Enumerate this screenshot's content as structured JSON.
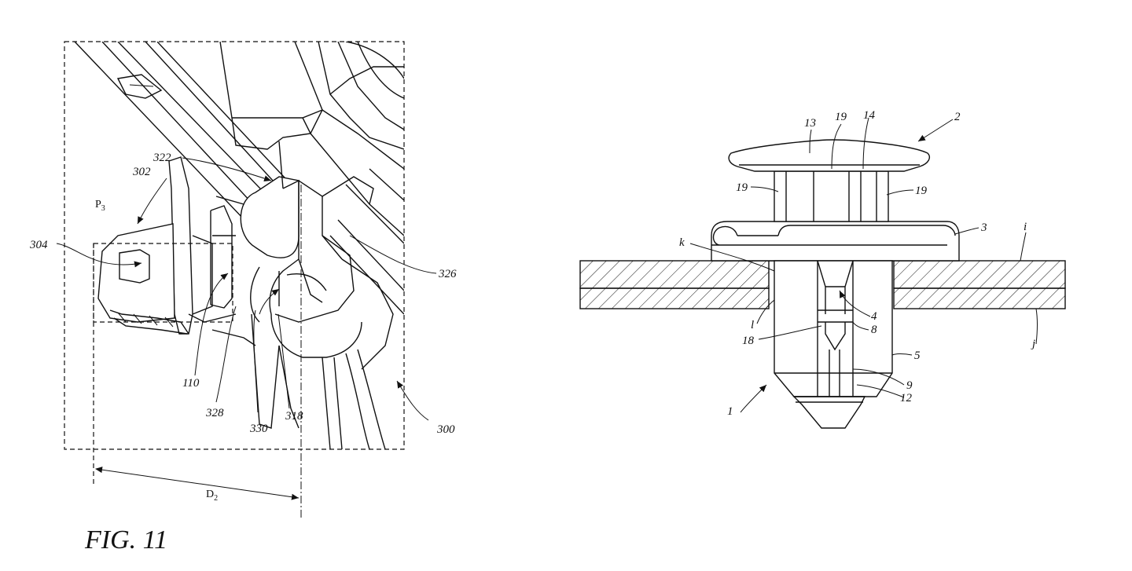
{
  "figure_caption": "FIG. 11",
  "left_figure": {
    "labels": [
      {
        "id": "302",
        "text": "302"
      },
      {
        "id": "322",
        "text": "322"
      },
      {
        "id": "304",
        "text": "304"
      },
      {
        "id": "326",
        "text": "326"
      },
      {
        "id": "110",
        "text": "110"
      },
      {
        "id": "328",
        "text": "328"
      },
      {
        "id": "330",
        "text": "330"
      },
      {
        "id": "318",
        "text": "318"
      },
      {
        "id": "300",
        "text": "300"
      }
    ],
    "p3_main": "P",
    "p3_sub": "3",
    "d2_main": "D",
    "d2_sub": "2"
  },
  "right_figure": {
    "labels": [
      {
        "id": "13",
        "text": "13"
      },
      {
        "id": "19a",
        "text": "19"
      },
      {
        "id": "14",
        "text": "14"
      },
      {
        "id": "2",
        "text": "2"
      },
      {
        "id": "19b",
        "text": "19"
      },
      {
        "id": "19c",
        "text": "19"
      },
      {
        "id": "3",
        "text": "3"
      },
      {
        "id": "i",
        "text": "i"
      },
      {
        "id": "k",
        "text": "k"
      },
      {
        "id": "4",
        "text": "4"
      },
      {
        "id": "8",
        "text": "8"
      },
      {
        "id": "l",
        "text": "l"
      },
      {
        "id": "j",
        "text": "j"
      },
      {
        "id": "18",
        "text": "18"
      },
      {
        "id": "5",
        "text": "5"
      },
      {
        "id": "9",
        "text": "9"
      },
      {
        "id": "12",
        "text": "12"
      },
      {
        "id": "1",
        "text": "1"
      }
    ]
  }
}
